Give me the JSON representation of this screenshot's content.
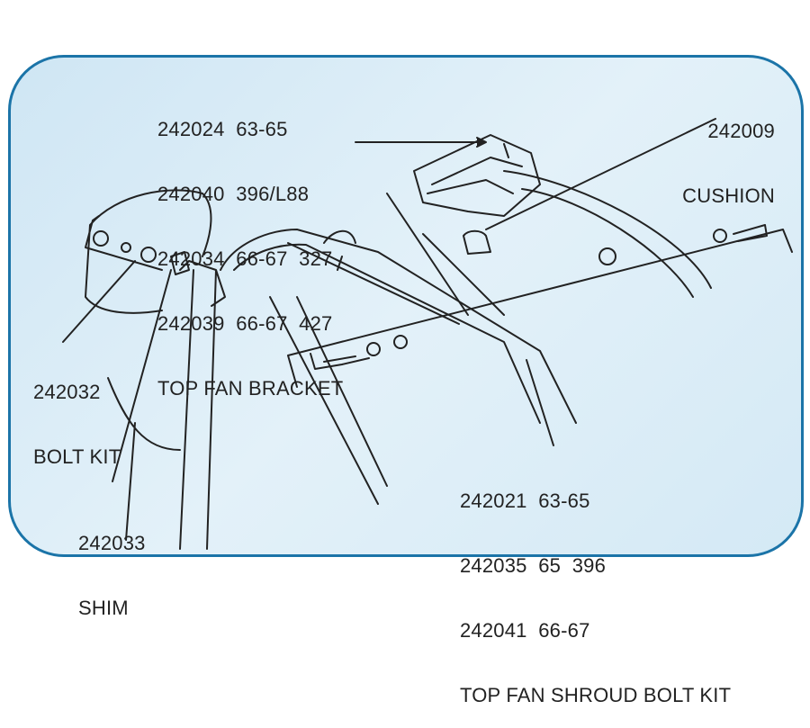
{
  "callouts": {
    "top_fan_bracket": {
      "lines": [
        "242024  63-65",
        "242040  396/L88",
        "242034  66-67  327",
        "242039  66-67  427"
      ],
      "title": "TOP FAN BRACKET"
    },
    "cushion": {
      "part": "242009",
      "title": "CUSHION"
    },
    "bolt_kit": {
      "part": "242032",
      "title": "BOLT KIT"
    },
    "shim": {
      "part": "242033",
      "title": "SHIM"
    },
    "top_fan_shroud_bolt_kit": {
      "lines": [
        "242021  63-65",
        "242035  65  396",
        "242041  66-67"
      ],
      "title": "TOP FAN SHROUD BOLT KIT"
    }
  },
  "colors": {
    "border": "#1b74a8",
    "background": "#d6eaf6",
    "ink": "#222222"
  }
}
